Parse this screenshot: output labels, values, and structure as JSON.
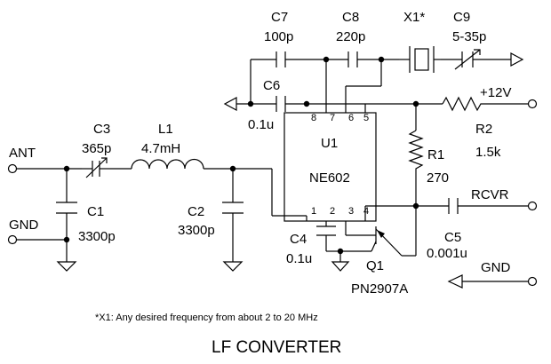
{
  "diagram": {
    "title": "LF CONVERTER",
    "footnote": "*X1: Any desired frequency from about 2 to 20 MHz",
    "terminals": {
      "ant": "ANT",
      "gnd_in": "GND",
      "supply": "+12V",
      "rcvr": "RCVR",
      "gnd_out": "GND"
    },
    "components": {
      "c1": {
        "ref": "C1",
        "value": "3300p"
      },
      "c2": {
        "ref": "C2",
        "value": "3300p"
      },
      "c3": {
        "ref": "C3",
        "value": "365p"
      },
      "c4": {
        "ref": "C4",
        "value": "0.1u"
      },
      "c5": {
        "ref": "C5",
        "value": "0.001u"
      },
      "c6": {
        "ref": "C6",
        "value": "0.1u"
      },
      "c7": {
        "ref": "C7",
        "value": "100p"
      },
      "c8": {
        "ref": "C8",
        "value": "220p"
      },
      "c9": {
        "ref": "C9",
        "value": "5-35p"
      },
      "l1": {
        "ref": "L1",
        "value": "4.7mH"
      },
      "r1": {
        "ref": "R1",
        "value": "270"
      },
      "r2": {
        "ref": "R2",
        "value": "1.5k"
      },
      "u1": {
        "ref": "U1",
        "value": "NE602"
      },
      "q1": {
        "ref": "Q1",
        "value": "PN2907A"
      },
      "x1": {
        "ref": "X1*"
      }
    },
    "pins": [
      "1",
      "2",
      "3",
      "4",
      "5",
      "6",
      "7",
      "8"
    ]
  }
}
